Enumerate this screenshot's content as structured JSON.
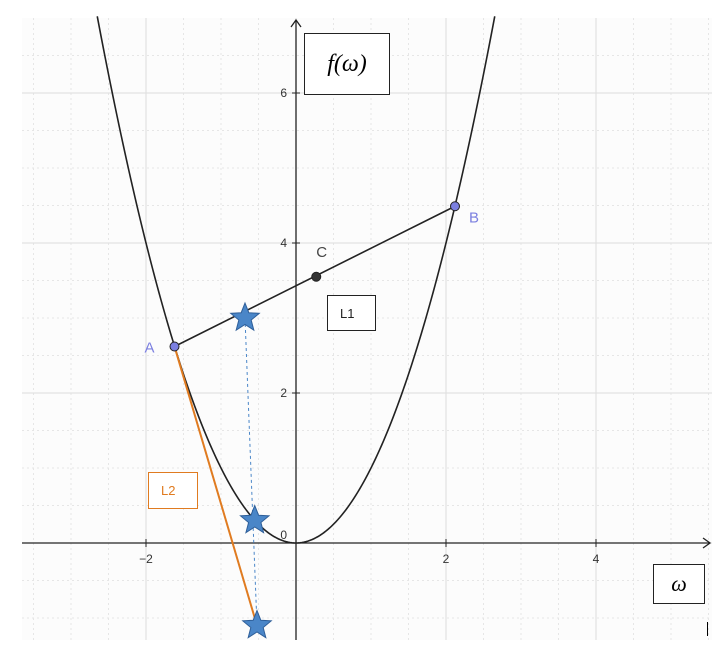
{
  "chart_data": {
    "type": "line",
    "xlabel": "ω",
    "ylabel": "f(ω)",
    "xlim": [
      -3.7,
      5.5
    ],
    "ylim": [
      -1.25,
      6.95
    ],
    "x_ticks": [
      -2,
      0,
      2,
      4
    ],
    "y_ticks": [
      2,
      4,
      6
    ],
    "x_tick_labels": [
      "−2",
      "0",
      "2",
      "4"
    ],
    "y_tick_labels": [
      "2",
      "4",
      "6"
    ],
    "origin_label": "0",
    "grid": true,
    "curve": {
      "formula": "f(ω) = ω²",
      "coefficient": 1.0,
      "x_range": [
        -2.65,
        2.65
      ]
    },
    "points": [
      {
        "label": "A",
        "x": -1.62,
        "y": 2.62
      },
      {
        "label": "B",
        "x": 2.12,
        "y": 4.49
      },
      {
        "label": "C",
        "x": 0.27,
        "y": 3.55
      }
    ],
    "stars": [
      {
        "x": -0.68,
        "y": 3.0
      },
      {
        "x": -0.55,
        "y": 0.3
      },
      {
        "x": -0.52,
        "y": -1.1
      }
    ],
    "lines": [
      {
        "label": "L1",
        "from": [
          -1.62,
          2.62
        ],
        "to": [
          2.12,
          4.49
        ],
        "color": "#222222"
      },
      {
        "label": "L2",
        "from": [
          -1.62,
          2.62
        ],
        "to": [
          -0.52,
          -1.1
        ],
        "color": "#e07b20"
      }
    ]
  },
  "boxes": {
    "ylabel": "f(ω)",
    "xlabel": "ω",
    "l1": "L1",
    "l2": "L2"
  },
  "colors": {
    "point_fill": "#7b7fe0",
    "point_label": "#7b7fe0",
    "star_fill": "#4a86c8",
    "star_stroke": "#2f5f99",
    "line_L2": "#e07b20",
    "grid": "#e6e6e6"
  }
}
